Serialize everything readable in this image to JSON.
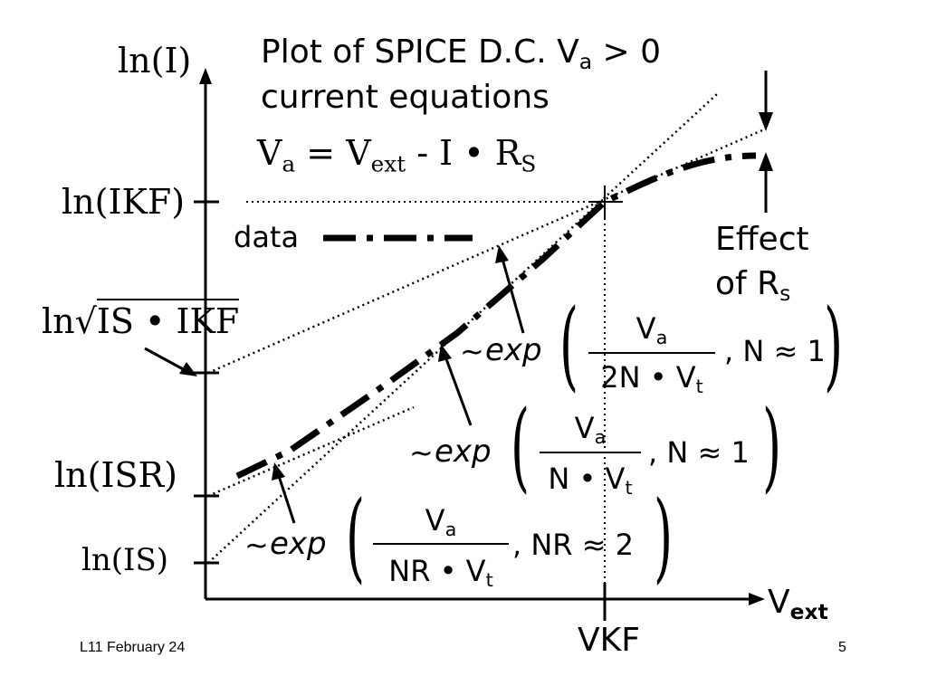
{
  "title": {
    "line1_main": "Plot of SPICE D.C. V",
    "line1_sub": "a",
    "line1_tail": " > 0",
    "line2": "current equations"
  },
  "equation": {
    "lhs": "V",
    "lhs_sub": "a",
    "eq": "=",
    "v": "V",
    "v_sub": "ext",
    "rest": " - I • R",
    "rs_sub": "S"
  },
  "axes": {
    "y_label": "ln(I)",
    "x_label": "V",
    "x_label_sub": "ext",
    "y_ticks": [
      {
        "id": "ikf",
        "label": "ln(IKF)"
      },
      {
        "id": "sqrt",
        "label_pre": "ln",
        "label_root": "IS • IKF"
      },
      {
        "id": "isr",
        "label": "ln(ISR)"
      },
      {
        "id": "is",
        "label": "ln(IS)"
      }
    ],
    "x_tick": "VKF"
  },
  "legend": {
    "label": "data"
  },
  "effect": {
    "line1": "Effect",
    "line2": "of R",
    "line2_sub": "s"
  },
  "formulas": [
    {
      "tilde": "~",
      "fn": "exp",
      "num": "V",
      "num_sub": "a",
      "den": "2N • V",
      "den_sub": "t",
      "cond": ", N ≈ 1"
    },
    {
      "tilde": "~",
      "fn": "exp",
      "num": "V",
      "num_sub": "a",
      "den": "N • V",
      "den_sub": "t",
      "cond": ", N ≈ 1"
    },
    {
      "tilde": "~",
      "fn": "exp",
      "num": "V",
      "num_sub": "a",
      "den": "NR • V",
      "den_sub": "t",
      "cond": ", NR ≈ 2"
    }
  ],
  "footer": {
    "left": "L11 February 24",
    "page": "5"
  }
}
